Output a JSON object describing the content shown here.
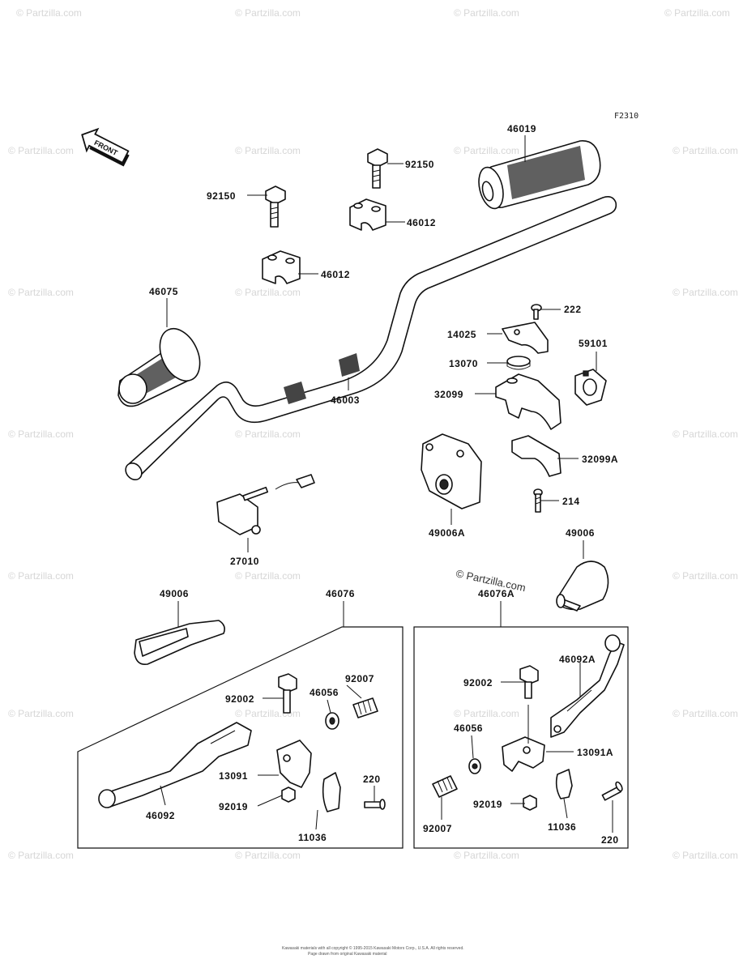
{
  "figure_code": "F2310",
  "front_label": "FRONT",
  "watermark": "© Partzilla.com",
  "footer_line1": "Kawasaki materials with all copyright © 1995-2015 Kawasaki Motors Corp., U.S.A. All rights reserved.",
  "footer_line2": "Page drawn from original Kawasaki material",
  "parts": [
    "46019",
    "92150",
    "92150",
    "46012",
    "46012",
    "46075",
    "222",
    "14025",
    "59101",
    "13070",
    "46003",
    "32099",
    "32099A",
    "214",
    "27010",
    "49006A",
    "49006",
    "49006",
    "46076",
    "46076A",
    "92007",
    "92002",
    "46056",
    "92002",
    "46092A",
    "13091",
    "220",
    "92019",
    "46056",
    "13091A",
    "46092",
    "11036",
    "92007",
    "92019",
    "11036",
    "220"
  ]
}
